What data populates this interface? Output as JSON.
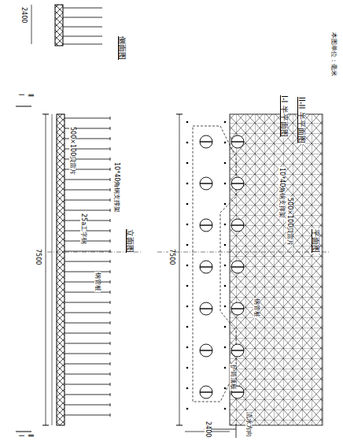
{
  "diagram": {
    "labels": [
      "2400",
      "侧面图",
      "Ⅰ",
      "Ⅱ",
      "7500",
      "500×100贝雷片",
      "25a工字钢",
      "立面图",
      "10*40角钢支撑架",
      "钢管桩",
      "Ⅰ",
      "Ⅱ",
      "7500",
      "2400",
      "护筒顶板",
      "钢管桩",
      "I-I 半平面图",
      "II-II 半平面图",
      "10*40角钢支撑架",
      "500×100贝雷片",
      "平面图",
      "流水方向",
      "本图单位：毫米"
    ]
  }
}
